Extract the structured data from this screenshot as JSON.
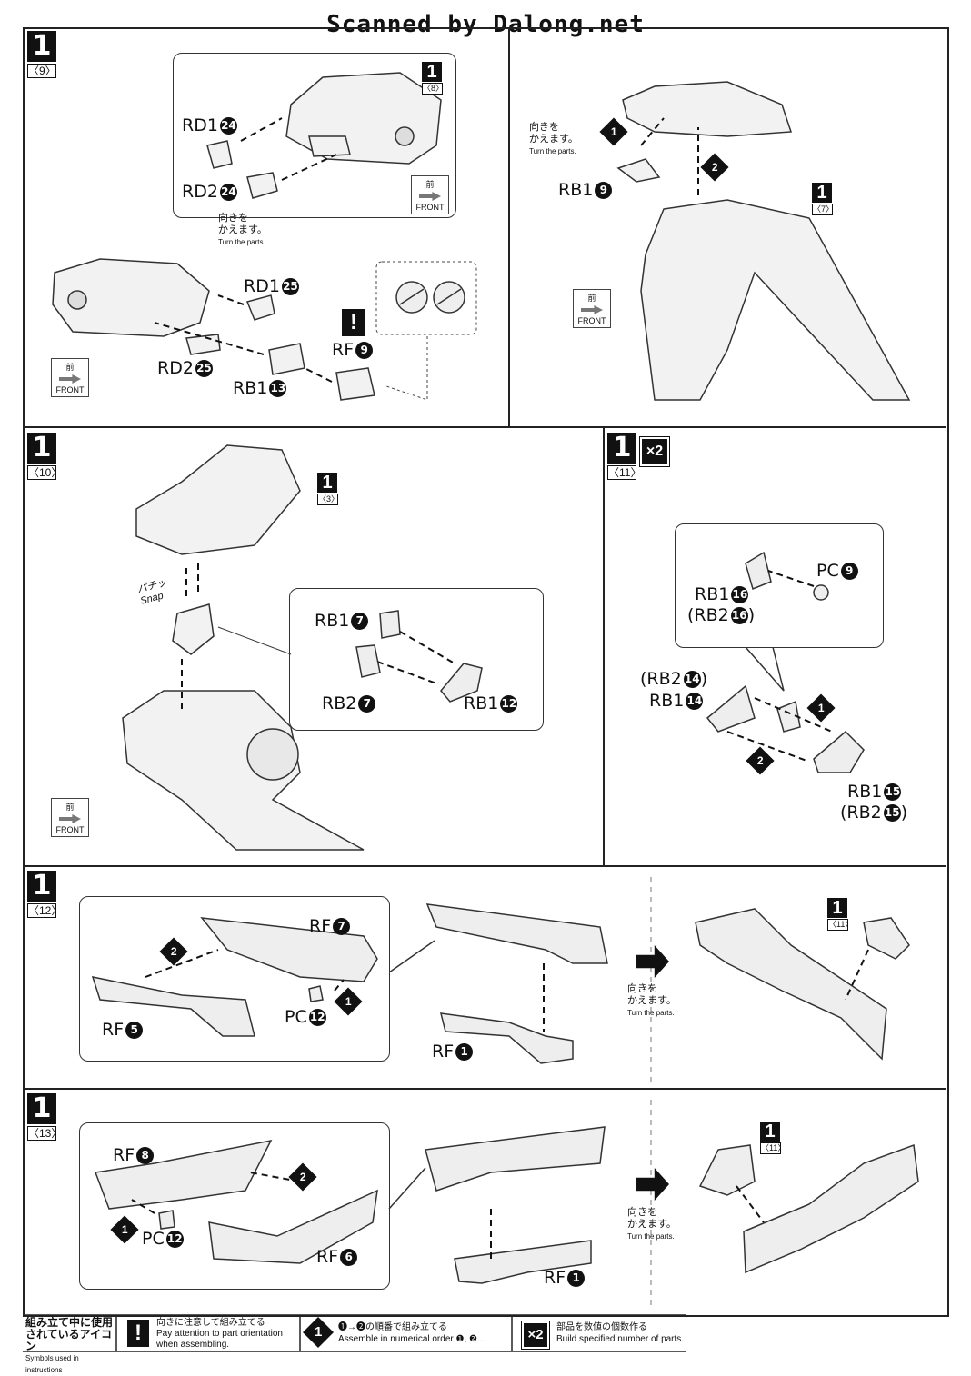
{
  "header": {
    "scan_credit": "Scanned by Dalong.net"
  },
  "common": {
    "turn_jp1": "向きを",
    "turn_jp2": "かえます。",
    "turn_en": "Turn the parts.",
    "front_jp": "前",
    "front_en": "FRONT"
  },
  "steps": {
    "s9": {
      "num": "1",
      "sub": "〈9〉",
      "ref_num": "1",
      "ref_sub": "〈8〉",
      "labels": {
        "rd1_24": "RD1",
        "n24a": "24",
        "rd2_24": "RD2",
        "n24b": "24",
        "rd1_25": "RD1",
        "n25a": "25",
        "rd2_25": "RD2",
        "n25b": "25",
        "rb1_13": "RB1",
        "n13": "13",
        "rf9": "RF",
        "n9": "9"
      },
      "warn": "!"
    },
    "s9b": {
      "ref_num": "1",
      "ref_sub": "〈7〉",
      "rb1_9": "RB1",
      "n9": "9",
      "o1": "1",
      "o2": "2"
    },
    "s10": {
      "num": "1",
      "sub": "〈10〉",
      "ref_num": "1",
      "ref_sub": "〈3〉",
      "snap_jp": "パチッ",
      "snap_en": "Snap",
      "labels": {
        "rb1_7": "RB1",
        "n7a": "7",
        "rb2_7": "RB2",
        "n7b": "7",
        "rb1_12": "RB1",
        "n12": "12"
      }
    },
    "s11": {
      "num": "1",
      "sub": "〈11〉",
      "mult": "×2",
      "labels": {
        "pc9": "PC",
        "n9": "9",
        "rb1_16": "RB1",
        "n16a": "16",
        "rb2_16": "(RB2",
        "n16b": "16",
        "rb2_14": "(RB2",
        "n14a": "14",
        "rb1_14": "RB1",
        "n14b": "14",
        "rb1_15": "RB1",
        "n15a": "15",
        "rb2_15": "(RB2",
        "n15b": "15",
        "close": ")"
      },
      "o1": "1",
      "o2": "2"
    },
    "s12": {
      "num": "1",
      "sub": "〈12〉",
      "ref_num": "1",
      "ref_sub": "〈11〉",
      "labels": {
        "rf7": "RF",
        "n7": "7",
        "rf5": "RF",
        "n5": "5",
        "pc12": "PC",
        "n12": "12",
        "rf1": "RF",
        "n1": "1"
      },
      "o1": "1",
      "o2": "2"
    },
    "s13": {
      "num": "1",
      "sub": "〈13〉",
      "ref_num": "1",
      "ref_sub": "〈11〉",
      "labels": {
        "rf8": "RF",
        "n8": "8",
        "rf6": "RF",
        "n6": "6",
        "pc12": "PC",
        "n12": "12",
        "rf1": "RF",
        "n1": "1"
      },
      "o1": "1",
      "o2": "2"
    }
  },
  "legend": {
    "title_jp1": "組み立て中に使用",
    "title_jp2": "されているアイコン",
    "title_en": "Symbols used in instructions",
    "warn_icon": "!",
    "warn_jp": "向きに注意して組み立てる",
    "warn_en1": "Pay attention to part orientation",
    "warn_en2": "when assembling.",
    "order_icon": "1",
    "order_jp": "❶→❷の順番で組み立てる",
    "order_en": "Assemble in numerical order ❶, ❷...",
    "mult_icon": "×2",
    "mult_jp": "部品を数値の個数作る",
    "mult_en": "Build specified number of parts."
  }
}
